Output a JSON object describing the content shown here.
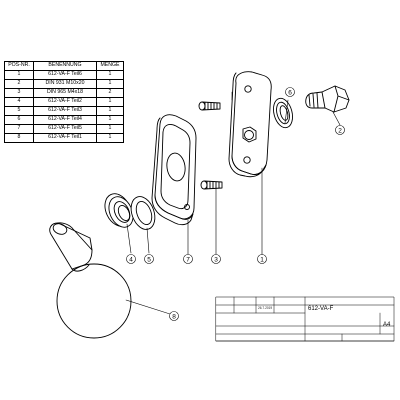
{
  "bom": {
    "headers": [
      "POS-NR.",
      "BENENNUNG",
      "MENGE"
    ],
    "rows": [
      [
        "1",
        "612-VA-F Teil6",
        "1"
      ],
      [
        "2",
        "DIN 931 M10x20",
        "1"
      ],
      [
        "3",
        "DIN 965 M4x18",
        "2"
      ],
      [
        "4",
        "612-VA-F Teil2",
        "1"
      ],
      [
        "5",
        "612-VA-F Teil3",
        "1"
      ],
      [
        "6",
        "612-VA-F Teil4",
        "1"
      ],
      [
        "7",
        "612-VA-F Teil5",
        "1"
      ],
      [
        "8",
        "612-VA-F Teil1",
        "1"
      ]
    ]
  },
  "balloons": {
    "b1": "1",
    "b2": "2",
    "b3": "3",
    "b4": "4",
    "b5": "5",
    "b6": "6",
    "b7": "7",
    "b8": "8"
  },
  "title_block": {
    "drawing_name": "612-VA-F",
    "date": "26.7.2019",
    "sheet_size": "A4"
  }
}
